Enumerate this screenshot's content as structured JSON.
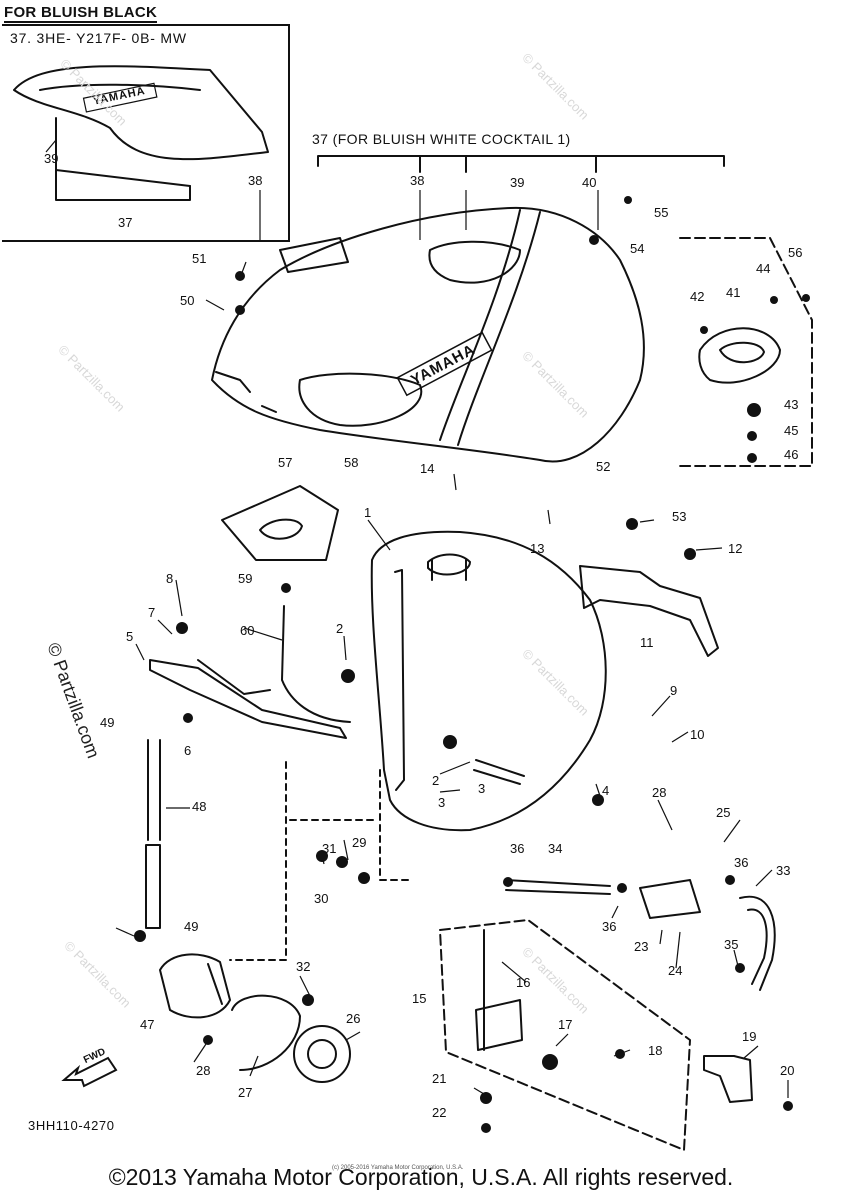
{
  "inset": {
    "heading": "FOR BLUISH BLACK",
    "part_number": "37. 3HE- Y217F- 0B- MW",
    "labels": [
      "39",
      "37"
    ]
  },
  "group_title": "37 (FOR BLUISH WHITE COCKTAIL 1)",
  "diagram_code": "3HH110-4270",
  "fwd_label": "FWD",
  "brand_on_tank": "YAMAHA",
  "watermarks": {
    "side": "© Partzilla.com",
    "tile": "© Partzilla.com"
  },
  "tiny_copyright": "(c) 2005-2016 Yamaha Motor Corporation, U.S.A.",
  "copyright": "©2013 Yamaha Motor Corporation, U.S.A. All rights reserved.",
  "callouts": [
    "1",
    "2",
    "2",
    "3",
    "3",
    "4",
    "5",
    "6",
    "7",
    "8",
    "9",
    "10",
    "11",
    "12",
    "13",
    "14",
    "15",
    "16",
    "17",
    "18",
    "19",
    "20",
    "21",
    "22",
    "23",
    "24",
    "25",
    "26",
    "27",
    "28",
    "28",
    "29",
    "30",
    "31",
    "32",
    "33",
    "34",
    "35",
    "36",
    "36",
    "36",
    "38",
    "38",
    "39",
    "40",
    "41",
    "42",
    "43",
    "44",
    "45",
    "46",
    "47",
    "48",
    "49",
    "49",
    "50",
    "51",
    "52",
    "53",
    "54",
    "55",
    "56",
    "57",
    "58",
    "59",
    "60"
  ]
}
